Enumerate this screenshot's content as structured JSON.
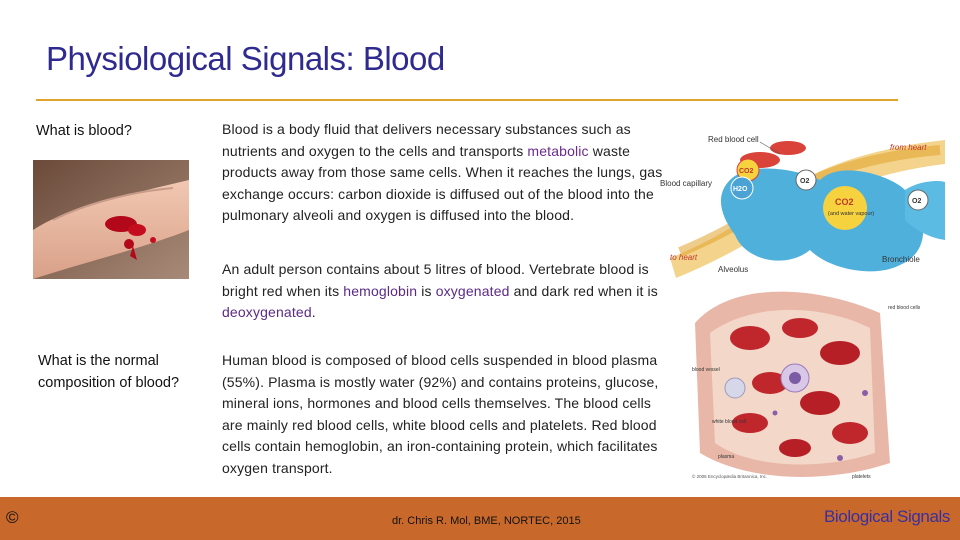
{
  "slide": {
    "title": "Physiological Signals:  Blood"
  },
  "questions": {
    "q1": "What is blood?",
    "q2": "What is the normal composition of blood?"
  },
  "paragraphs": {
    "p1_a": "Blood is a body fluid that delivers necessary substances such as nutrients and oxygen to the cells and transports ",
    "p1_link": "metabolic",
    "p1_b": " waste products away from those same cells. When it reaches the lungs, gas exchange occurs: carbon dioxide is diffused out of the blood into the pulmonary alveoli and oxygen is diffused into the blood.",
    "p2_a": "An adult person contains about 5 litres of blood. Vertebrate blood is bright red when its ",
    "p2_hemo": "hemoglobin",
    "p2_b": " is ",
    "p2_oxy": "oxygenated",
    "p2_c": " and dark red when it is ",
    "p2_deoxy": "deoxygenated",
    "p2_d": ".",
    "p3": "Human blood is composed of blood cells suspended in blood plasma (55%). Plasma is mostly water (92%) and contains proteins, glucose, mineral ions, hormones and blood cells themselves. The blood cells are mainly red blood cells, white blood cells and platelets. Red blood cells contain hemoglobin, an iron-containing protein, which facilitates oxygen transport."
  },
  "diagram": {
    "red_blood_cell": "Red blood cell",
    "from_heart": "from heart",
    "blood_capillary": "Blood capillary",
    "co2_small": "CO2",
    "h2o": "H2O",
    "o2_a": "O2",
    "co2_big": "CO2",
    "water_vapour": "(and water vapour)",
    "o2_b": "O2",
    "to_heart": "to heart",
    "alveolus": "Alveolus",
    "bronchiole": "Bronchiole"
  },
  "cells_image": {
    "red_blood_cells": "red blood cells",
    "blood_vessel": "blood vessel",
    "white_blood_cell": "white blood cell",
    "plasma": "plasma",
    "platelets": "platelets",
    "copyright": "© 2006 Encyclopædia Britannica, Inc."
  },
  "footer": {
    "copyright_symbol": "©",
    "author": "dr. Chris R. Mol, BME, NORTEC, 2015",
    "brand": "Biological Signals"
  },
  "colors": {
    "title": "#2f2a8f",
    "rule": "#e0a32e",
    "footer_bg": "#c8692b",
    "brand": "#3a2f9e",
    "highlight": "#5b2a86"
  }
}
